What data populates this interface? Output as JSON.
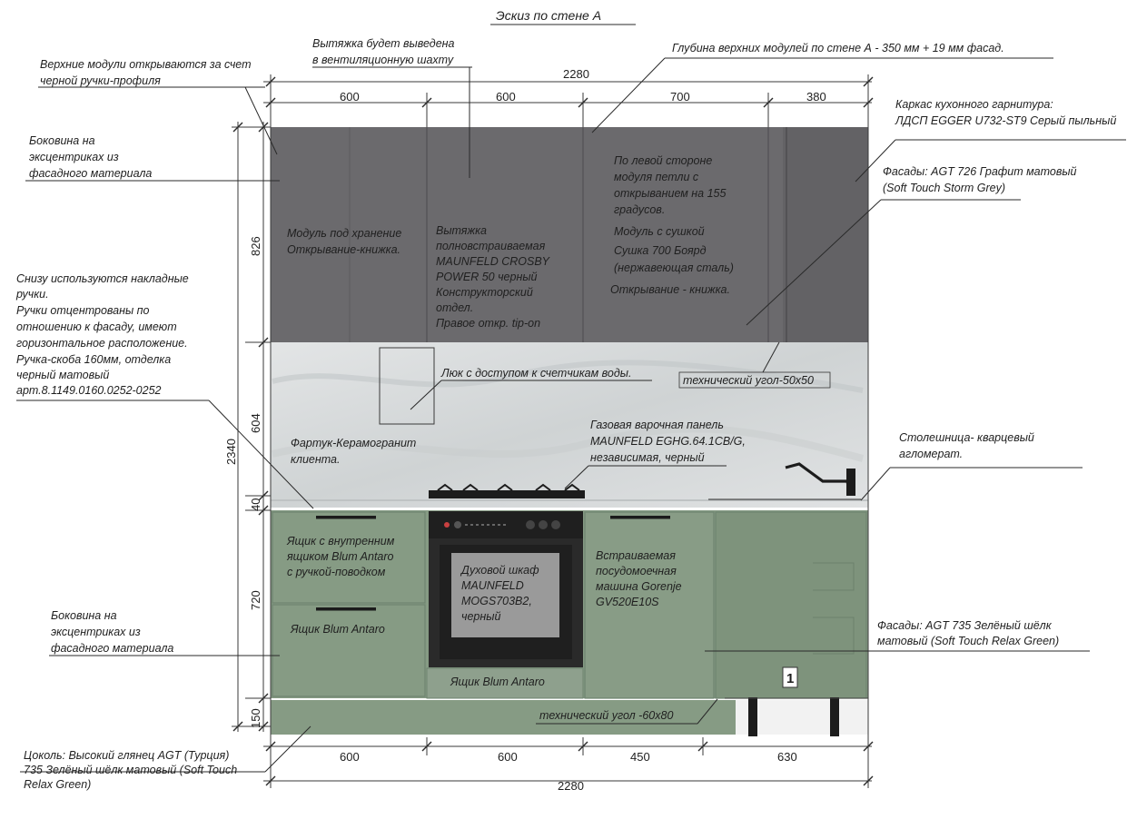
{
  "title": "Эскиз по стене А",
  "colors": {
    "upper_facade": "#6b6a6d",
    "lower_facade": "#869b84",
    "backsplash": "#d9dcdd",
    "appliance": "#2a2a2a",
    "oven_window": "#9a9a9a"
  },
  "dimensions": {
    "top_total": "2280",
    "top_segments": [
      "600",
      "600",
      "700",
      "380"
    ],
    "bottom_total": "2280",
    "bottom_segments": [
      "600",
      "600",
      "450",
      "630"
    ],
    "height_total": "2340",
    "height_segments": [
      "826",
      "604",
      "40",
      "720",
      "150"
    ]
  },
  "callouts": {
    "hood_vent": [
      "Вытяжка будет выведена",
      "в вентиляционную шахту"
    ],
    "upper_depth": "Глубина верхних модулей по стене А - 350 мм + 19 мм фасад.",
    "upper_open": [
      "Верхние модули открываются за счет",
      "черной ручки-профиля"
    ],
    "frame": [
      "Каркас кухонного гарнитура:",
      "ЛДСП EGGER U732-ST9 Серый пыльный"
    ],
    "side_upper": [
      "Боковина на",
      "эксцентриках из",
      "фасадного материала"
    ],
    "upper_facades": [
      "Фасады: AGT 726 Графит матовый",
      "(Soft Touch Storm Grey)"
    ],
    "handles": [
      "Снизу используются накладные",
      "ручки.",
      "Ручки отцентрованы по",
      "отношению к фасаду, имеют",
      "горизонтальное расположение.",
      "Ручка-скоба 160мм, отделка",
      "черный матовый",
      "арт.8.1149.0160.0252-0252"
    ],
    "countertop": [
      "Столешница- кварцевый",
      "агломерат."
    ],
    "side_lower": [
      "Боковина на",
      "эксцентриках из",
      "фасадного материала"
    ],
    "lower_facades": [
      "Фасады: AGT 735 Зелёный шёлк",
      "матовый (Soft Touch Relax Green)"
    ],
    "plinth": [
      "Цоколь: Высокий глянец AGT (Турция)",
      "735 Зелёный шёлк матовый (Soft Touch",
      "Relax Green)"
    ]
  },
  "modules": {
    "storage": [
      "Модуль под хранение",
      "Открывание-книжка."
    ],
    "hood": [
      "Вытяжка",
      "полновстраиваемая",
      "MAUNFELD CROSBY",
      "POWER 50 черный",
      "Конструкторский",
      "отдел.",
      "Правое откр. tip-on"
    ],
    "dryer": [
      "По левой стороне",
      "модуля петли с",
      "открыванием на 155",
      "градусов.",
      "Модуль с сушкой",
      "Сушка 700 Боярд",
      "(нержавеющая сталь)",
      "Открывание - книжка."
    ],
    "meter_hatch": "Люк с доступом к счетчикам воды.",
    "tech_corner_upper": "технический угол-50х50",
    "backsplash": [
      "Фартук-Керамогранит",
      "клиента."
    ],
    "hob": [
      "Газовая варочная панель",
      "MAUNFELD EGHG.64.1CB/G,",
      "независимая, черный"
    ],
    "drawer_inner": [
      "Ящик с внутренним",
      "ящиком Blum Antaro",
      "с ручкой-поводком"
    ],
    "drawer": "Ящик Blum Antaro",
    "oven": [
      "Духовой шкаф",
      "MAUNFELD",
      "MOGS703B2,",
      "черный"
    ],
    "oven_drawer": "Ящик Blum Antaro",
    "dishwasher": [
      "Встраиваемая",
      "посудомоечная",
      "машина Gorenje",
      "GV520E10S"
    ],
    "tech_corner_lower": "технический угол -60х80",
    "marker": "1"
  }
}
